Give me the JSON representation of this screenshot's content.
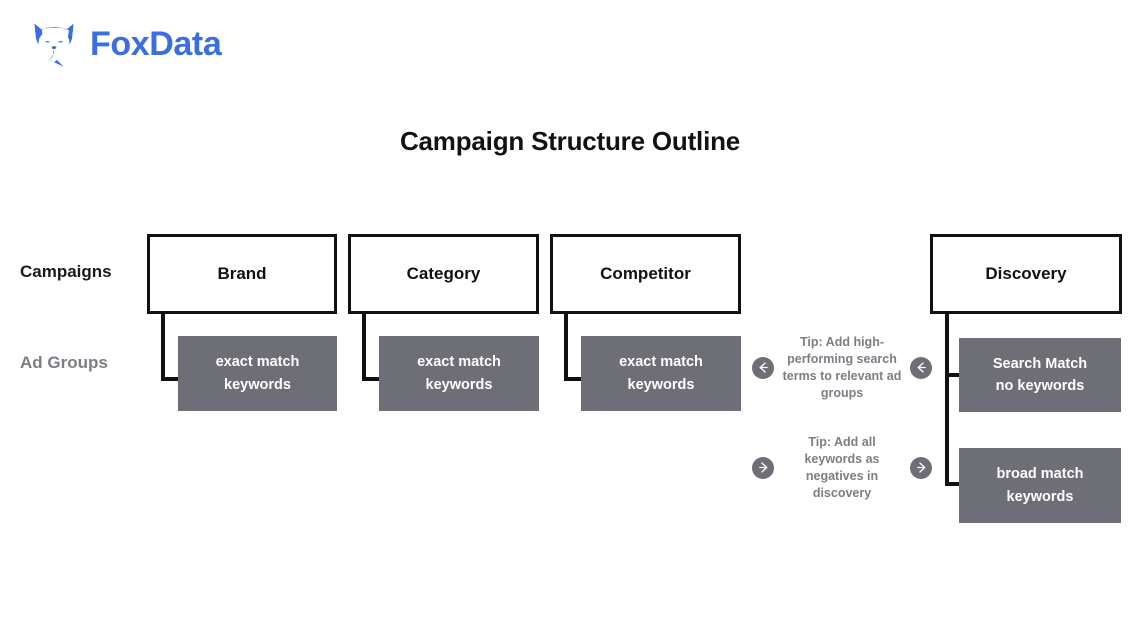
{
  "brand": {
    "name": "FoxData",
    "logo_icon": "fox-head-icon",
    "color": "#3b6fe0"
  },
  "title": "Campaign Structure Outline",
  "row_labels": {
    "campaigns": "Campaigns",
    "ad_groups": "Ad Groups"
  },
  "colors": {
    "campaign_box_border": "#111111",
    "campaign_box_fill": "#ffffff",
    "ad_group_fill": "#6e6e76",
    "ad_group_text": "#ffffff",
    "tip_text": "#7d7d86",
    "connector": "#111111"
  },
  "campaigns": [
    {
      "id": "brand",
      "label": "Brand",
      "ad_group": "exact match\nkeywords"
    },
    {
      "id": "category",
      "label": "Category",
      "ad_group": "exact match\nkeywords"
    },
    {
      "id": "competitor",
      "label": "Competitor",
      "ad_group": "exact match\nkeywords"
    },
    {
      "id": "discovery",
      "label": "Discovery",
      "ad_group": null
    }
  ],
  "campaign_labels": {
    "brand": "Brand",
    "category": "Category",
    "competitor": "Competitor",
    "discovery": "Discovery"
  },
  "ad_groups": {
    "brand": "exact match keywords",
    "category": "exact match keywords",
    "competitor": "exact match keywords",
    "discovery_search": "Search Match no keywords",
    "discovery_broad": "broad match keywords"
  },
  "ad_group_lines": {
    "exact_match_l1": "exact match",
    "exact_match_l2": "keywords",
    "search_match_l1": "Search Match",
    "search_match_l2": "no keywords",
    "broad_match_l1": "broad match",
    "broad_match_l2": "keywords"
  },
  "tips": [
    {
      "id": "tip-high-performing",
      "text": "Tip: Add high-performing search terms to relevant ad groups",
      "arrow_direction": "left",
      "arrow_icon": "arrow-left-circle-icon"
    },
    {
      "id": "tip-negatives",
      "text": "Tip: Add all keywords as negatives in discovery",
      "arrow_direction": "right",
      "arrow_icon": "arrow-right-circle-icon"
    }
  ]
}
